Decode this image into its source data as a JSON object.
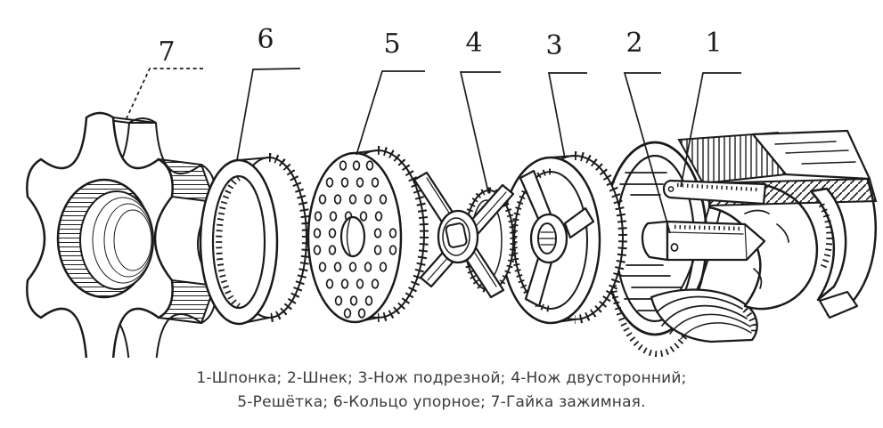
{
  "figure": {
    "kind": "exploded_parts_diagram",
    "subject": "Детали мясорубки",
    "background": "#ffffff",
    "line_color": "#1b1b1b",
    "caption_color": "#3a3a3a",
    "callouts": [
      {
        "number": "1",
        "part": "Шпонка"
      },
      {
        "number": "2",
        "part": "Шнек"
      },
      {
        "number": "3",
        "part": "Нож подрезной"
      },
      {
        "number": "4",
        "part": "Нож двусторонний"
      },
      {
        "number": "5",
        "part": "Решётка"
      },
      {
        "number": "6",
        "part": "Кольцо упорное"
      },
      {
        "number": "7",
        "part": "Гайка зажимная"
      }
    ],
    "caption": {
      "line1": "1-Шпонка; 2-Шнек; 3-Нож подрезной; 4-Нож двусторонний;",
      "line2": "5-Решётка; 6-Кольцо упорное; 7-Гайка зажимная."
    }
  }
}
